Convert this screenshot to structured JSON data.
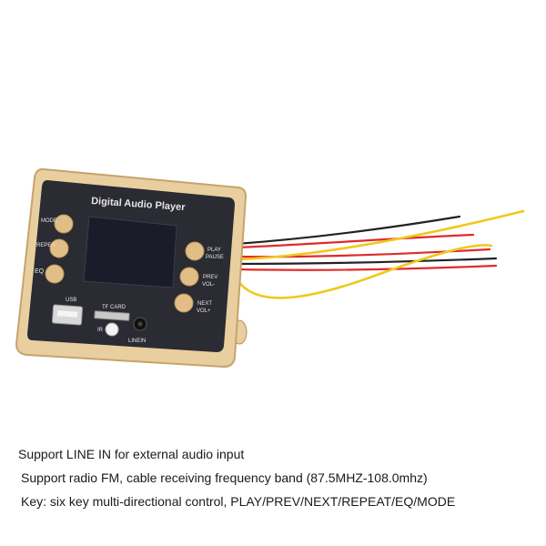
{
  "device": {
    "title": "Digital Audio Player",
    "labels": {
      "mode": "MODE",
      "repeat": "REPEA",
      "eq": "EQ",
      "play": "PLAY",
      "pause": "PAUSE",
      "prev": "PREV",
      "vol_minus": "VOL-",
      "next": "NEXT",
      "vol_plus": "VOL+",
      "usb": "USB",
      "tf_card": "TF CARD",
      "ir": "IR",
      "linein": "LINEIN"
    },
    "colors": {
      "frame": "#e9cf9f",
      "panel": "#2a2b33",
      "screen": "#1a1c2a",
      "buttons": "#e0be85",
      "wire_red": "#e02a2a",
      "wire_black": "#222222",
      "wire_yellow": "#f0c81c"
    }
  },
  "captions": {
    "line1": "Support LINE IN for external audio input",
    "line2": "Support radio FM, cable receiving frequency band (87.5MHZ-108.0mhz)",
    "line3": "Key: six key multi-directional control, PLAY/PREV/NEXT/REPEAT/EQ/MODE"
  }
}
